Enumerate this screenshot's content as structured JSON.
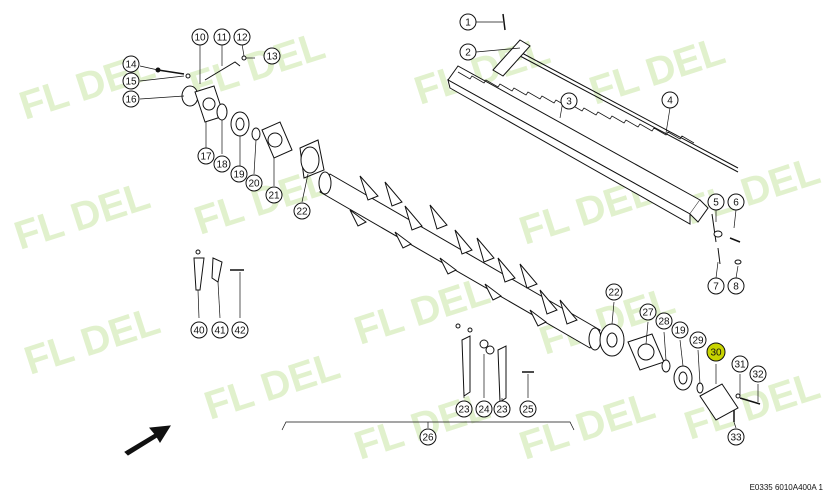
{
  "watermark": {
    "text": "FL DEL",
    "color": "#c9e6a6"
  },
  "highlight_color": "#c8d400",
  "footer": {
    "code": "E0335 6010A400A 1"
  },
  "callouts": [
    {
      "id": "c1",
      "label": "1"
    },
    {
      "id": "c2",
      "label": "2"
    },
    {
      "id": "c3",
      "label": "3"
    },
    {
      "id": "c4",
      "label": "4"
    },
    {
      "id": "c5",
      "label": "5"
    },
    {
      "id": "c6",
      "label": "6"
    },
    {
      "id": "c7",
      "label": "7"
    },
    {
      "id": "c8",
      "label": "8"
    },
    {
      "id": "c10",
      "label": "10"
    },
    {
      "id": "c11",
      "label": "11"
    },
    {
      "id": "c12",
      "label": "12"
    },
    {
      "id": "c13",
      "label": "13"
    },
    {
      "id": "c14",
      "label": "14"
    },
    {
      "id": "c15",
      "label": "15"
    },
    {
      "id": "c16",
      "label": "16"
    },
    {
      "id": "c17",
      "label": "17"
    },
    {
      "id": "c18",
      "label": "18"
    },
    {
      "id": "c19a",
      "label": "19"
    },
    {
      "id": "c20",
      "label": "20"
    },
    {
      "id": "c21",
      "label": "21"
    },
    {
      "id": "c22a",
      "label": "22"
    },
    {
      "id": "c22b",
      "label": "22"
    },
    {
      "id": "c23a",
      "label": "23"
    },
    {
      "id": "c23b",
      "label": "23"
    },
    {
      "id": "c24",
      "label": "24"
    },
    {
      "id": "c25",
      "label": "25"
    },
    {
      "id": "c26",
      "label": "26"
    },
    {
      "id": "c27",
      "label": "27"
    },
    {
      "id": "c28",
      "label": "28"
    },
    {
      "id": "c19b",
      "label": "19"
    },
    {
      "id": "c29",
      "label": "29"
    },
    {
      "id": "c30",
      "label": "30",
      "highlight": true
    },
    {
      "id": "c31",
      "label": "31"
    },
    {
      "id": "c32",
      "label": "32"
    },
    {
      "id": "c33",
      "label": "33"
    },
    {
      "id": "c40",
      "label": "40"
    },
    {
      "id": "c41",
      "label": "41"
    },
    {
      "id": "c42",
      "label": "42"
    }
  ]
}
